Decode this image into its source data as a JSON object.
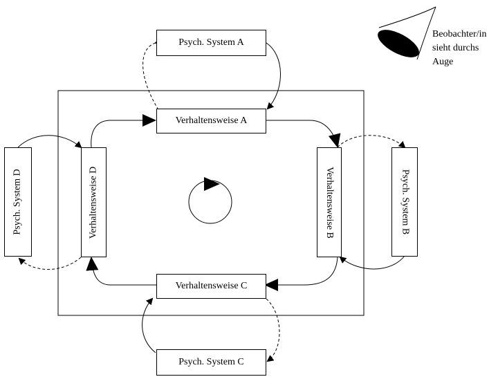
{
  "systems": {
    "a": "Psych. System A",
    "b": "Psych. System B",
    "c": "Psych. System C",
    "d": "Psych. System D"
  },
  "behaviors": {
    "a": "Verhaltensweise A",
    "b": "Verhaltensweise B",
    "c": "Verhaltensweise C",
    "d": "Verhaltensweise D"
  },
  "observer": {
    "line1": "Beobachter/in",
    "line2": "sieht durchs",
    "line3": "Auge"
  }
}
